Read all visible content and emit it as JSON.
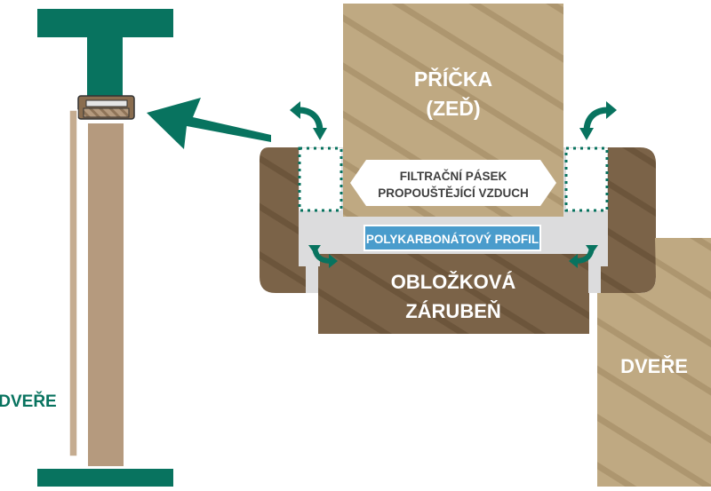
{
  "labels": {
    "pricka_line1": "PŘÍČKA",
    "pricka_line2": "(ZEĎ)",
    "filter_line1": "FILTRAČNÍ PÁSEK",
    "filter_line2": "PROPOUŠTĚJÍCÍ VZDUCH",
    "profile": "POLYKARBONÁTOVÝ PROFIL",
    "frame_line1": "OBLOŽKOVÁ",
    "frame_line2": "ZÁRUBEŇ",
    "door_left": "DVEŘE",
    "door_right": "DVEŘE"
  },
  "colors": {
    "green": "#08735f",
    "tan": "#bfa982",
    "door": "#b59a7e",
    "frame": "#7b6348",
    "profile": "#dcdcdd",
    "profile_label_bg": "#4a9ccc"
  },
  "icons": {
    "air_arrow": "curved-arrow-icon",
    "pointer": "big-arrow-icon"
  }
}
